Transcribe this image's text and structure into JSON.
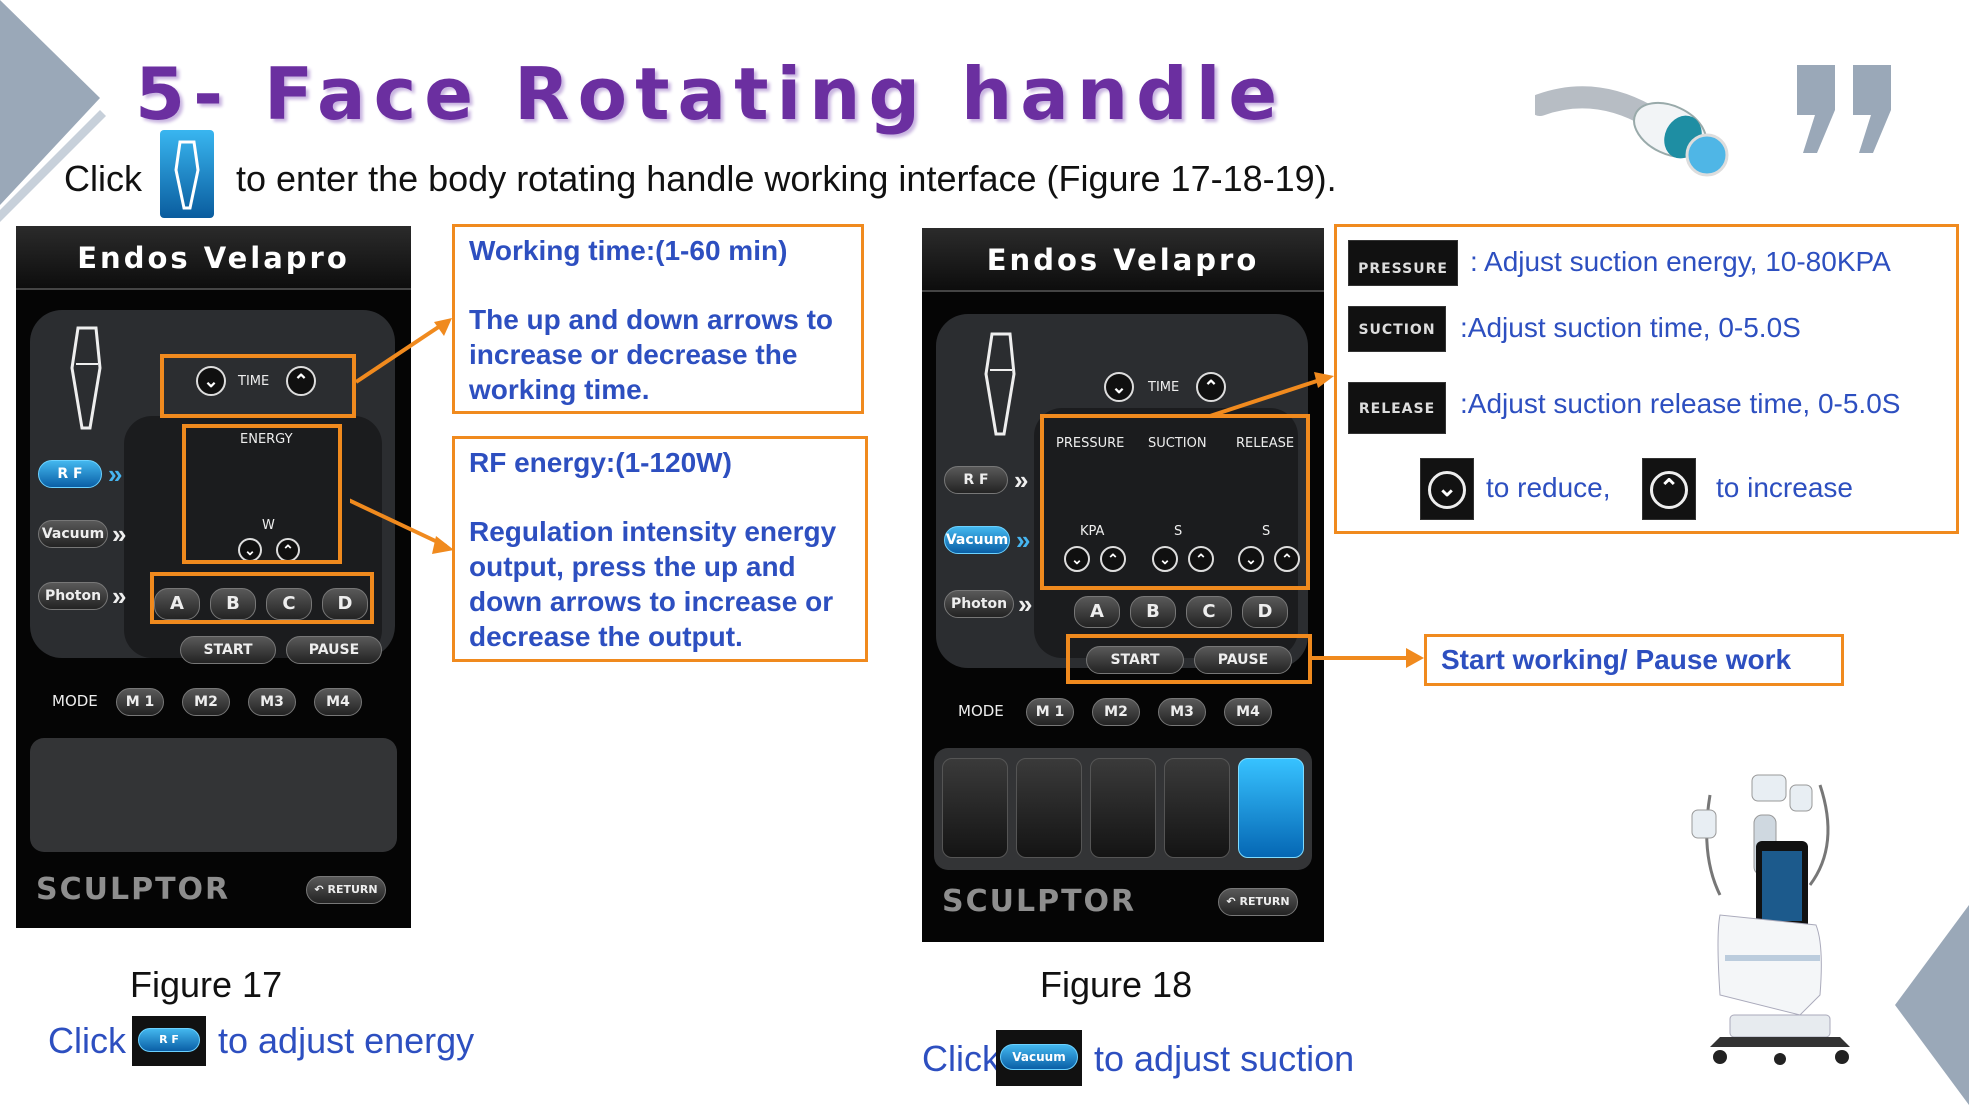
{
  "title": "5- Face Rotating handle",
  "intro": {
    "before": "Click",
    "after": "to enter the body rotating handle working interface (Figure 17-18-19)."
  },
  "screen_app": {
    "name": "Endos Velapro",
    "brand": "SCULPTOR",
    "return": "RETURN"
  },
  "fig17": {
    "time_label": "TIME",
    "energy_label": "ENERGY",
    "w_label": "W",
    "modes_side": [
      "R F",
      "Vacuum",
      "Photon"
    ],
    "abcd": [
      "A",
      "B",
      "C",
      "D"
    ],
    "start": "START",
    "pause": "PAUSE",
    "mode_label": "MODE",
    "modes": [
      "M 1",
      "M2",
      "M3",
      "M4"
    ],
    "caption": "Figure 17"
  },
  "fig18": {
    "time_label": "TIME",
    "params": [
      "PRESSURE",
      "SUCTION",
      "RELEASE"
    ],
    "units": [
      "KPA",
      "S",
      "S"
    ],
    "modes_side": [
      "R F",
      "Vacuum",
      "Photon"
    ],
    "abcd": [
      "A",
      "B",
      "C",
      "D"
    ],
    "start": "START",
    "pause": "PAUSE",
    "mode_label": "MODE",
    "modes": [
      "M 1",
      "M2",
      "M3",
      "M4"
    ],
    "caption": "Figure 18"
  },
  "callout_time": {
    "title": "Working time:(1-60 min)",
    "lines": [
      "The up and down arrows to",
      "increase or decrease the",
      "working time."
    ]
  },
  "callout_rf": {
    "title": "RF energy:(1-120W)",
    "lines": [
      "Regulation intensity energy",
      "output, press the up and",
      "down arrows to increase or",
      "decrease the output."
    ]
  },
  "legend": {
    "pressure_key": "PRESSURE",
    "pressure_text": ": Adjust suction energy, 10-80KPA",
    "suction_key": "SUCTION",
    "suction_text": ":Adjust suction time, 0-5.0S",
    "release_key": "RELEASE",
    "release_text": ":Adjust suction release time, 0-5.0S",
    "reduce_text": "to reduce,",
    "increase_text": "to increase"
  },
  "callout_start": "Start working/ Pause work",
  "bottom": {
    "left_click": "Click",
    "left_key": "R F",
    "left_after": "to adjust energy",
    "right_click": "Click",
    "right_key": "Vacuum",
    "right_after": "to adjust suction"
  },
  "colors": {
    "title": "#6b2fa0",
    "orange": "#f08a1e",
    "blue_text": "#2d4fc0",
    "active": "#1ea0e6"
  }
}
